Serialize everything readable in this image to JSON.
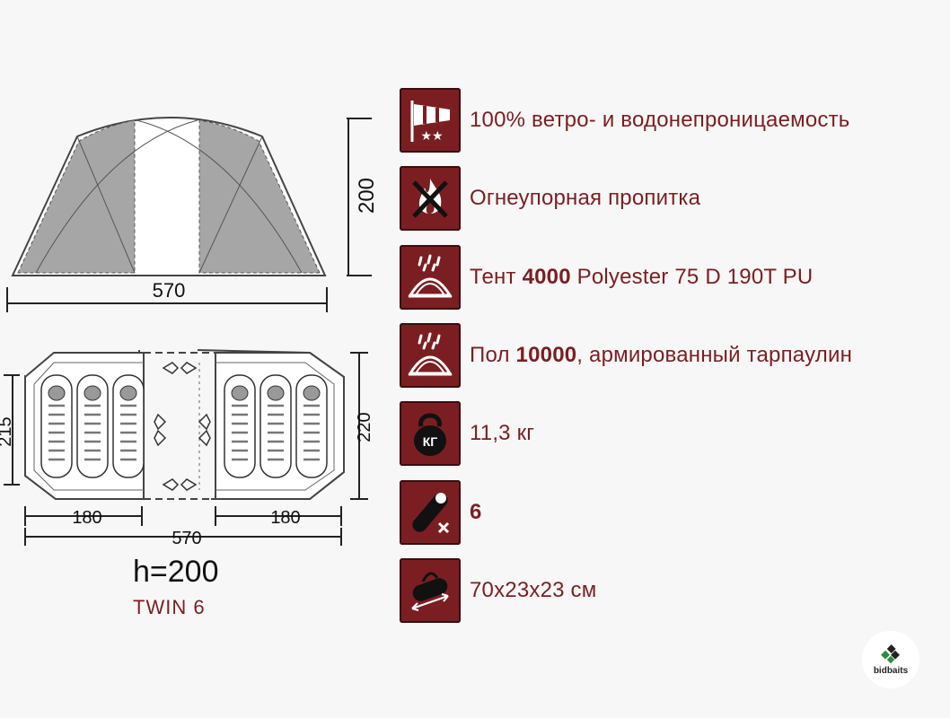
{
  "side_view": {
    "width_label": "570",
    "height_label": "200"
  },
  "floor_plan": {
    "depth_left_label": "215",
    "depth_right_label": "220",
    "bedroom_left_label": "180",
    "bedroom_right_label": "180",
    "total_width_label": "570"
  },
  "caption": {
    "height_text": "h=200",
    "model": "TWIN 6"
  },
  "features": [
    {
      "icon": "windsock-icon",
      "text": "100% ветро- и водонепроницаемость"
    },
    {
      "icon": "no-fire-icon",
      "text": "Огнеупорная пропитка"
    },
    {
      "icon": "rain-dome-icon",
      "prefix": "Тент ",
      "bold": "4000",
      "suffix": " Polyester 75 D 190T PU"
    },
    {
      "icon": "rain-dome-icon",
      "prefix": "Пол ",
      "bold": "10000",
      "suffix": ", армированный тарпаулин"
    },
    {
      "icon": "kettlebell-icon",
      "icon_label": "КГ",
      "text": "11,3 кг"
    },
    {
      "icon": "sleeping-bag-icon",
      "bold": "6"
    },
    {
      "icon": "carry-bag-icon",
      "text": "70х23х23 см"
    }
  ],
  "colors": {
    "accent": "#7b1e22",
    "panel_gray": "#a6a6a6"
  },
  "logo": {
    "text": "bidbaits"
  }
}
